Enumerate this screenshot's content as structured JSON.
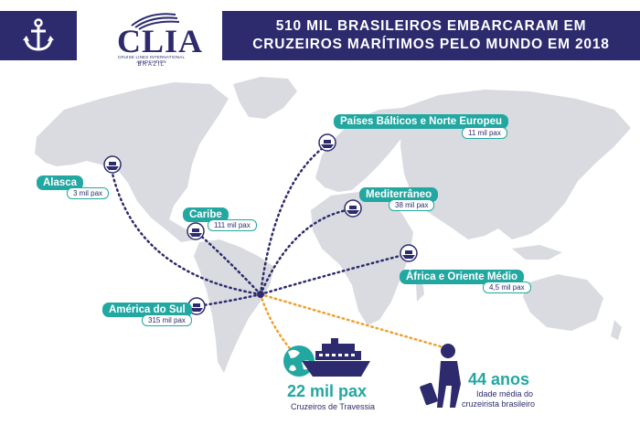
{
  "header": {
    "title_line1": "510 MIL BRASILEIROS EMBARCARAM EM",
    "title_line2": "CRUZEIROS MARÍTIMOS PELO MUNDO EM 2018",
    "logo_text": "CLIA",
    "logo_subtitle": "CRUISE LINES INTERNATIONAL ASSOCIATION",
    "logo_country": "BRAZIL"
  },
  "destinations": [
    {
      "name": "Alasca",
      "pax": "3 mil pax"
    },
    {
      "name": "Caribe",
      "pax": "111 mil pax"
    },
    {
      "name": "América do Sul",
      "pax": "315 mil pax"
    },
    {
      "name": "Países Bálticos e Norte Europeu",
      "pax": "11 mil pax"
    },
    {
      "name": "Mediterrâneo",
      "pax": "38 mil pax"
    },
    {
      "name": "África e Oriente Médio",
      "pax": "4,5 mil pax"
    }
  ],
  "crossings": {
    "value": "22 mil pax",
    "label": "Cruzeiros de Travessia"
  },
  "age": {
    "value": "44 anos",
    "label_line1": "Idade média do",
    "label_line2": "cruzeirista brasileiro"
  },
  "colors": {
    "navy": "#2d2b6e",
    "teal": "#22a7a1",
    "map": "#d9dbe0",
    "route_orange": "#f0a030"
  },
  "icons": [
    "anchor-icon",
    "ship-icon",
    "globe-icon",
    "traveler-icon"
  ]
}
